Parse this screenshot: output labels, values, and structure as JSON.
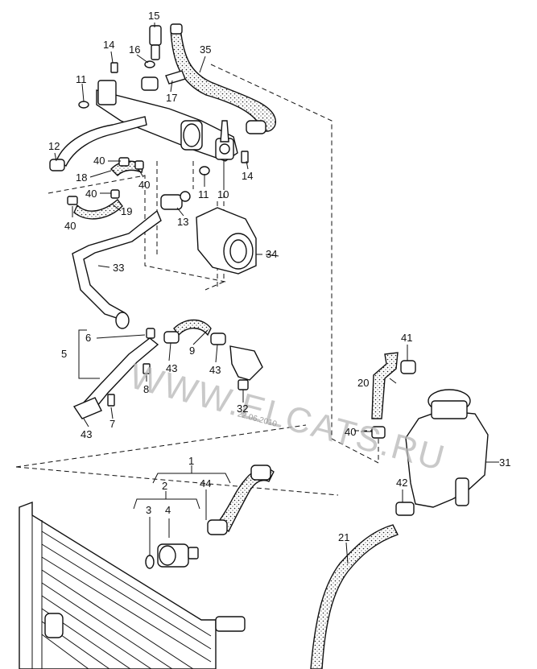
{
  "watermark": "WWW.ELCATS.RU",
  "date_stamp": "22.06.2010",
  "callouts": [
    {
      "id": "c1",
      "label": "1"
    },
    {
      "id": "c2",
      "label": "2"
    },
    {
      "id": "c3",
      "label": "3"
    },
    {
      "id": "c4",
      "label": "4"
    },
    {
      "id": "c5",
      "label": "5"
    },
    {
      "id": "c6",
      "label": "6"
    },
    {
      "id": "c7",
      "label": "7"
    },
    {
      "id": "c8",
      "label": "8"
    },
    {
      "id": "c9",
      "label": "9"
    },
    {
      "id": "c10",
      "label": "10"
    },
    {
      "id": "c11a",
      "label": "11"
    },
    {
      "id": "c11b",
      "label": "11"
    },
    {
      "id": "c12",
      "label": "12"
    },
    {
      "id": "c13",
      "label": "13"
    },
    {
      "id": "c14a",
      "label": "14"
    },
    {
      "id": "c14b",
      "label": "14"
    },
    {
      "id": "c15",
      "label": "15"
    },
    {
      "id": "c16",
      "label": "16"
    },
    {
      "id": "c17",
      "label": "17"
    },
    {
      "id": "c18",
      "label": "18"
    },
    {
      "id": "c19",
      "label": "19"
    },
    {
      "id": "c20",
      "label": "20"
    },
    {
      "id": "c21",
      "label": "21"
    },
    {
      "id": "c31",
      "label": "31"
    },
    {
      "id": "c32",
      "label": "32"
    },
    {
      "id": "c33",
      "label": "33"
    },
    {
      "id": "c34",
      "label": "34"
    },
    {
      "id": "c35",
      "label": "35"
    },
    {
      "id": "c40a",
      "label": "40"
    },
    {
      "id": "c40b",
      "label": "40"
    },
    {
      "id": "c40c",
      "label": "40"
    },
    {
      "id": "c40d",
      "label": "40"
    },
    {
      "id": "c40e",
      "label": "40"
    },
    {
      "id": "c41",
      "label": "41"
    },
    {
      "id": "c42",
      "label": "42"
    },
    {
      "id": "c43a",
      "label": "43"
    },
    {
      "id": "c43b",
      "label": "43"
    },
    {
      "id": "c43c",
      "label": "43"
    },
    {
      "id": "c44",
      "label": "44"
    }
  ]
}
